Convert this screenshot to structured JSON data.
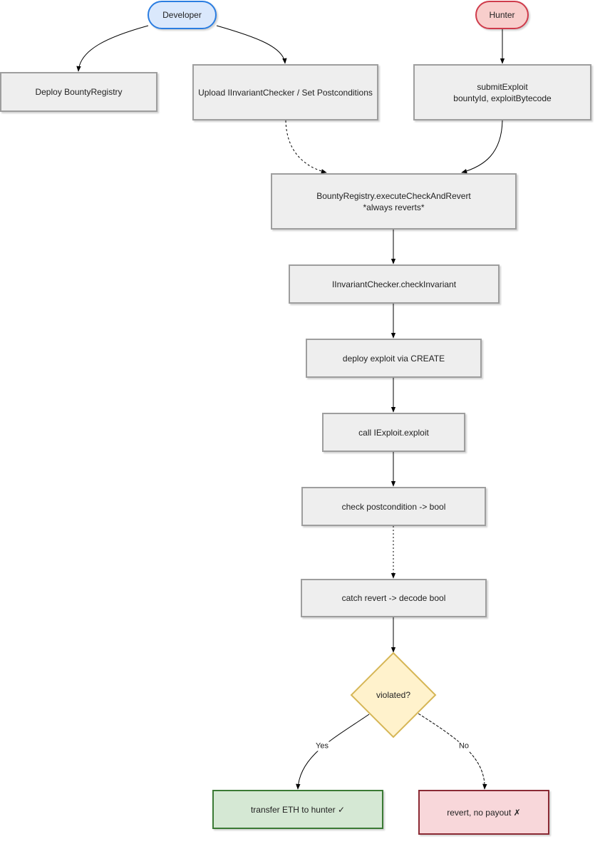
{
  "actors": {
    "developer": "Developer",
    "hunter": "Hunter"
  },
  "steps": {
    "deploy_registry": "Deploy BountyRegistry",
    "upload_checker": "Upload IInvariantChecker / Set Postconditions",
    "submit_exploit": "submitExploit\nbountyId, exploitBytecode",
    "execute_check": "BountyRegistry.executeCheckAndRevert\n*always reverts*",
    "check_invariant": "IInvariantChecker.checkInvariant",
    "deploy_exploit": "deploy exploit via CREATE",
    "call_exploit": "call IExploit.exploit",
    "check_postcondition": "check postcondition -> bool",
    "catch_revert": "catch revert -> decode bool"
  },
  "decision": {
    "question": "violated?",
    "yes_label": "Yes",
    "no_label": "No"
  },
  "outcomes": {
    "success": "transfer ETH to hunter ✓",
    "failure": "revert, no payout ✗"
  },
  "colors": {
    "developer_fill": "#dae8fc",
    "developer_stroke": "#2a7de1",
    "hunter_fill": "#f8cecc",
    "hunter_stroke": "#cf3b4b",
    "decision_fill": "#fff2cc",
    "decision_stroke": "#d6b656",
    "success_fill": "#d5e8d4",
    "failure_fill": "#f8d7da"
  }
}
